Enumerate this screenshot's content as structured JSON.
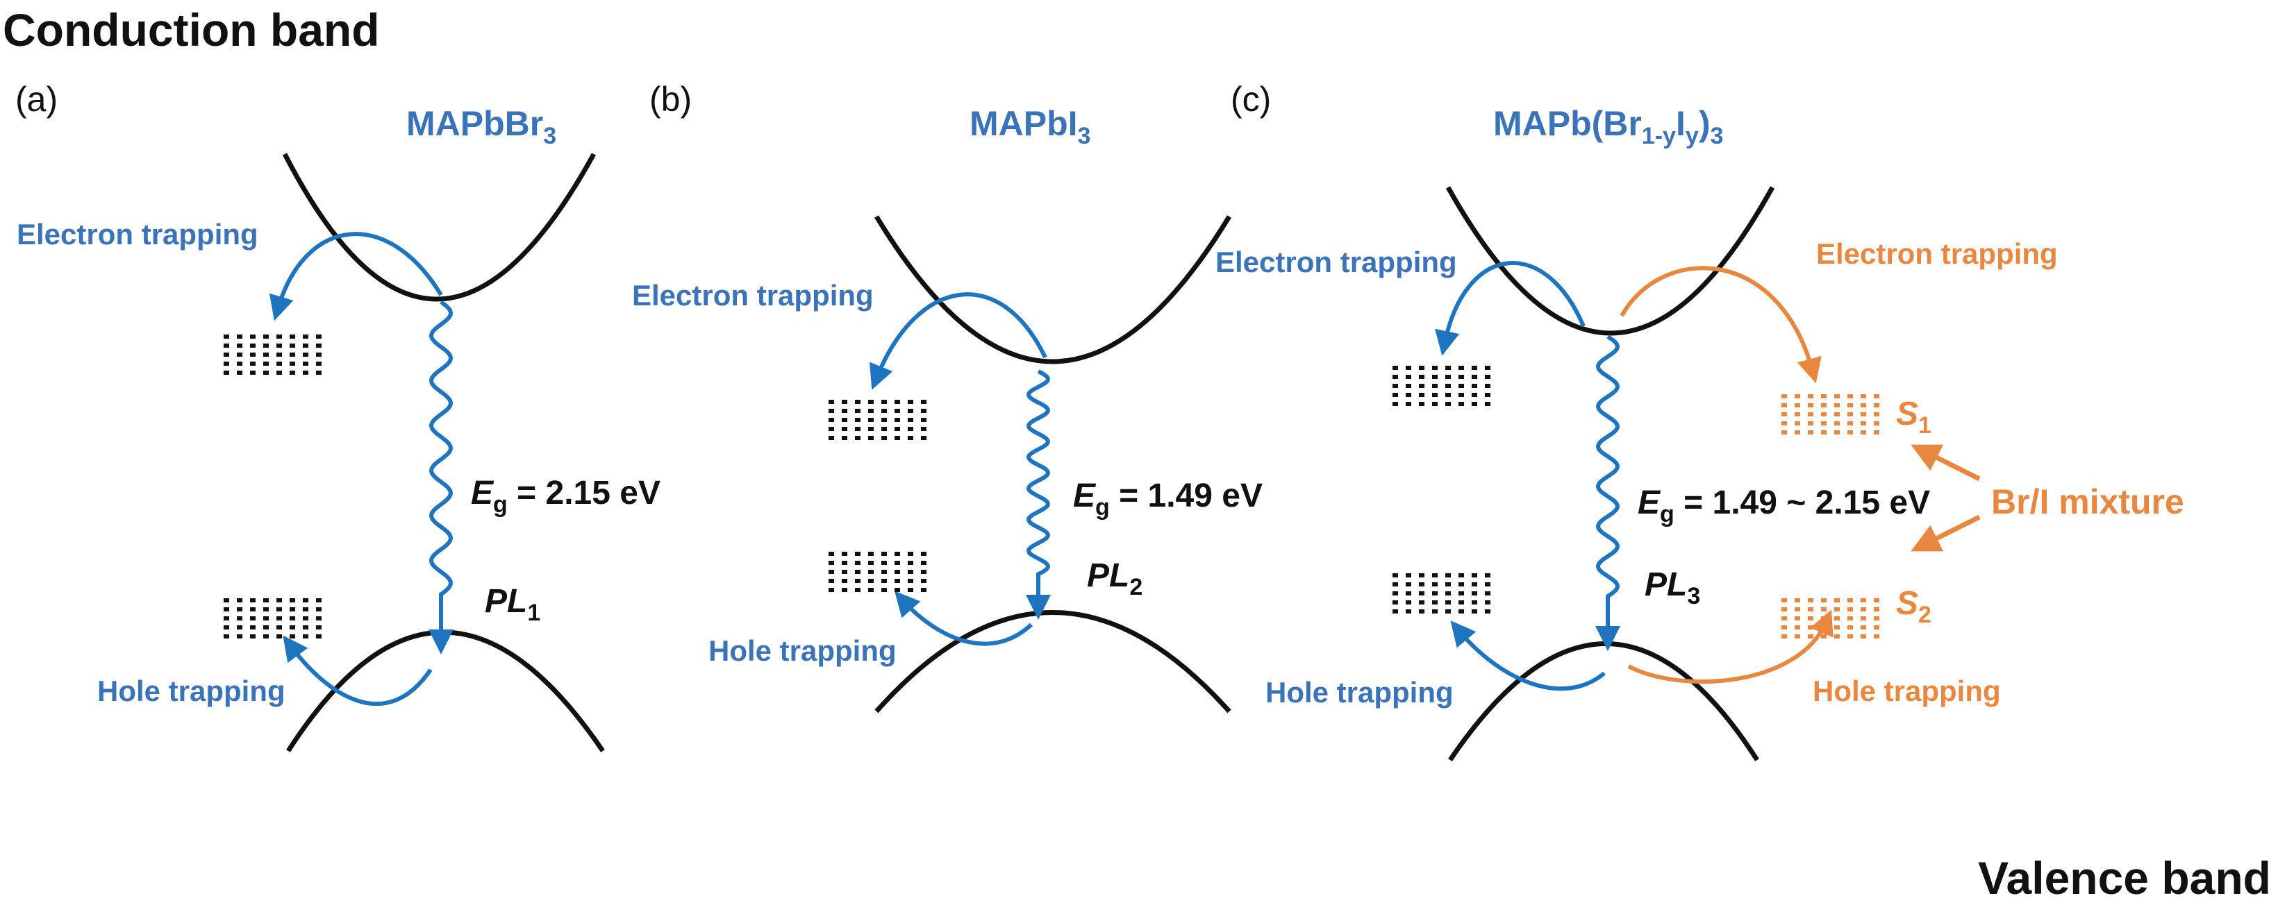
{
  "title_top": "Conduction band",
  "title_bottom": "Valence band",
  "colors": {
    "blue": "#3b73b9",
    "wave": "#1f74bf",
    "orange": "#e8873f",
    "band": "#111111"
  },
  "panels": [
    {
      "letter": "(a)",
      "material": {
        "base": "MAPbBr",
        "sub": "3",
        "tail": ""
      },
      "electron_trapping": "Electron trapping",
      "hole_trapping": "Hole trapping",
      "eg": {
        "symbol": "E",
        "sub": "g",
        "value": " = 2.15 eV"
      },
      "pl": {
        "symbol": "PL",
        "sub": "1"
      }
    },
    {
      "letter": "(b)",
      "material": {
        "base": "MAPbI",
        "sub": "3",
        "tail": ""
      },
      "electron_trapping": "Electron trapping",
      "hole_trapping": "Hole trapping",
      "eg": {
        "symbol": "E",
        "sub": "g",
        "value": " = 1.49 eV"
      },
      "pl": {
        "symbol": "PL",
        "sub": "2"
      }
    },
    {
      "letter": "(c)",
      "material": {
        "base": "MAPb(Br",
        "sub": "1-y",
        "mid": "I",
        "sub2": "y",
        "close": ")",
        "sub3": "3"
      },
      "electron_trapping": "Electron trapping",
      "hole_trapping": "Hole trapping",
      "electron_trapping_mixed": "Electron trapping",
      "hole_trapping_mixed": "Hole trapping",
      "eg": {
        "symbol": "E",
        "sub": "g",
        "value": " = 1.49 ~ 2.15 eV"
      },
      "pl": {
        "symbol": "PL",
        "sub": "3"
      },
      "states": [
        {
          "symbol": "S",
          "sub": "1"
        },
        {
          "symbol": "S",
          "sub": "2"
        }
      ],
      "mixture": "Br/I mixture"
    }
  ]
}
